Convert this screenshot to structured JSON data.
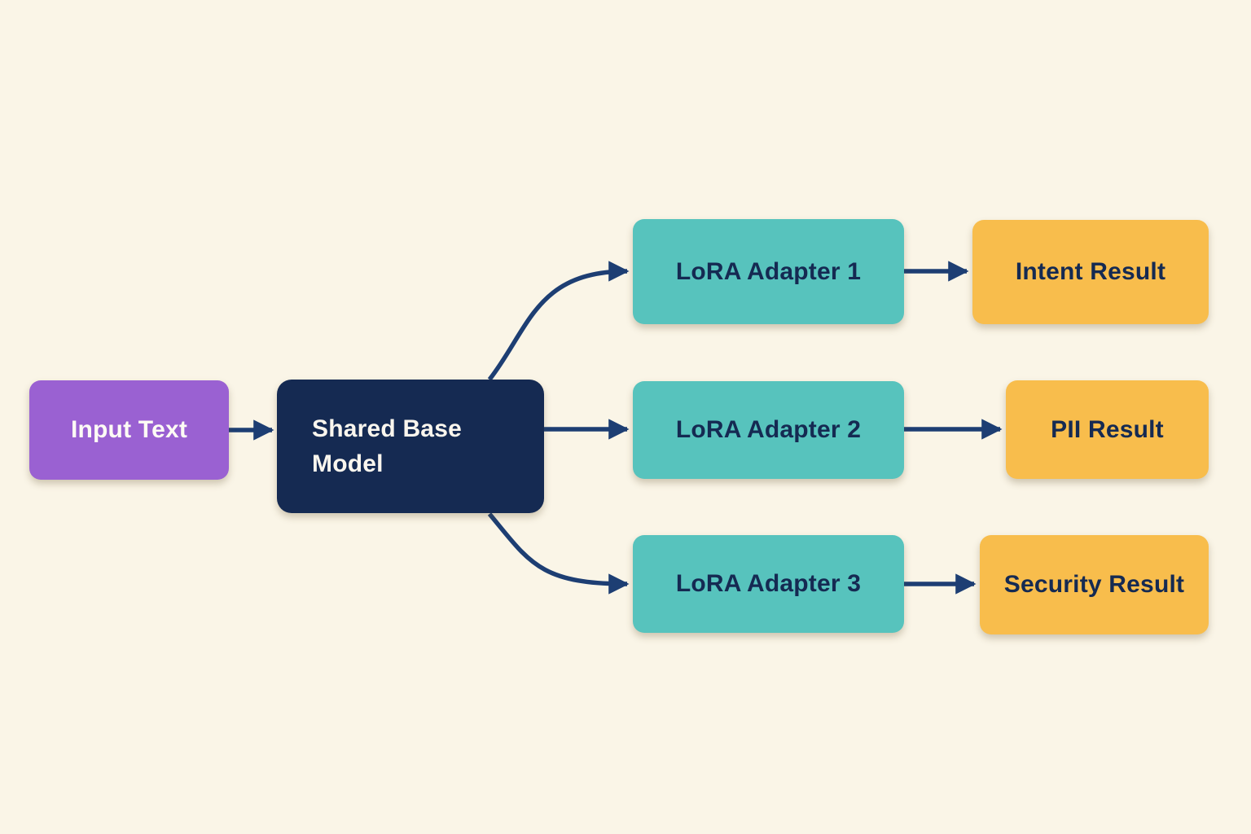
{
  "diagram": {
    "nodes": {
      "input_text": {
        "label": "Input Text",
        "fill": "#9a61d2",
        "text_color": "#fdfbf5"
      },
      "shared_base_model": {
        "label": "Shared Base Model",
        "fill": "#152a52",
        "text_color": "#faf6ee"
      },
      "lora_adapter_1": {
        "label": "LoRA Adapter 1",
        "fill": "#57c3bd",
        "text_color": "#152a52"
      },
      "lora_adapter_2": {
        "label": "LoRA Adapter 2",
        "fill": "#57c3bd",
        "text_color": "#152a52"
      },
      "lora_adapter_3": {
        "label": "LoRA Adapter 3",
        "fill": "#57c3bd",
        "text_color": "#152a52"
      },
      "intent_result": {
        "label": "Intent Result",
        "fill": "#f8bd4c",
        "text_color": "#152a52"
      },
      "pii_result": {
        "label": "PII Result",
        "fill": "#f8bd4c",
        "text_color": "#152a52"
      },
      "security_result": {
        "label": "Security Result",
        "fill": "#f8bd4c",
        "text_color": "#152a52"
      }
    },
    "edges": [
      {
        "from": "input_text",
        "to": "shared_base_model"
      },
      {
        "from": "shared_base_model",
        "to": "lora_adapter_1"
      },
      {
        "from": "shared_base_model",
        "to": "lora_adapter_2"
      },
      {
        "from": "shared_base_model",
        "to": "lora_adapter_3"
      },
      {
        "from": "lora_adapter_1",
        "to": "intent_result"
      },
      {
        "from": "lora_adapter_2",
        "to": "pii_result"
      },
      {
        "from": "lora_adapter_3",
        "to": "security_result"
      }
    ],
    "colors": {
      "background": "#faf5e7",
      "arrow": "#1d3e73",
      "purple": "#9a61d2",
      "navy": "#152a52",
      "teal": "#57c3bd",
      "amber": "#f8bd4c"
    }
  }
}
